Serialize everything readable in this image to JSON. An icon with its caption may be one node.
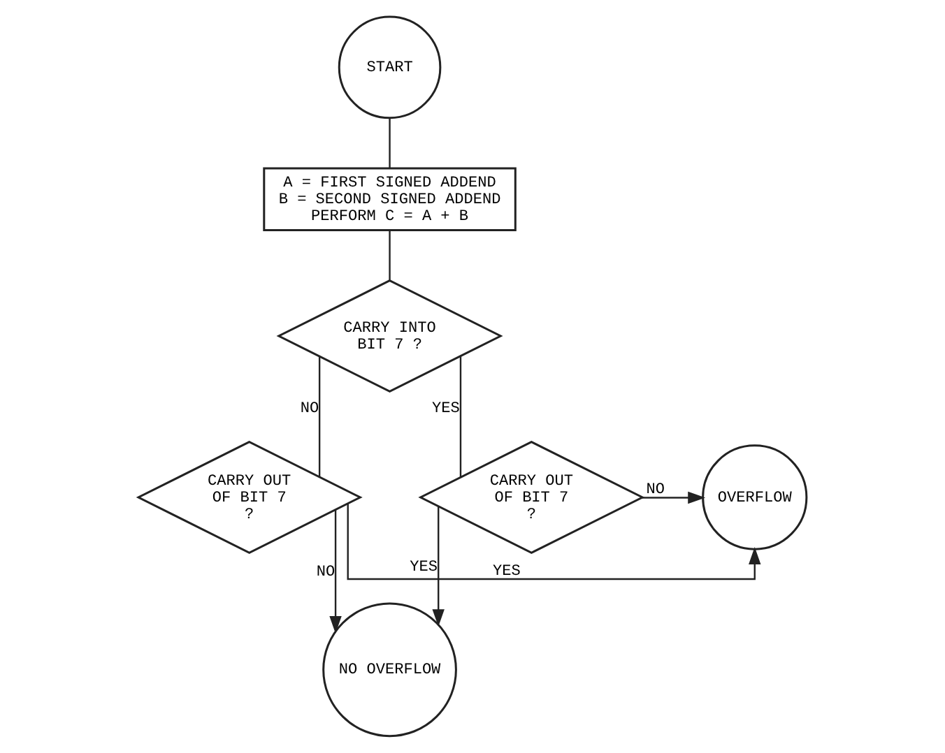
{
  "diagram": {
    "nodes": [
      {
        "text": [
          "START"
        ]
      },
      {
        "text": [
          "A = FIRST SIGNED ADDEND",
          "B = SECOND SIGNED ADDEND",
          "PERFORM C = A + B"
        ]
      },
      {
        "text": [
          "CARRY INTO BIT 7 ?"
        ]
      },
      {
        "text": [
          "CARRY OUT OF BIT 7 ?"
        ]
      },
      {
        "text": [
          "OVERFLOW"
        ]
      },
      {
        "text": [
          "CARRY OUT OF BIT 7 ?"
        ]
      },
      {
        "text": [
          "NO OVERFLOW"
        ]
      }
    ],
    "edges": [
      {
        "from": 0,
        "to": 1,
        "arrow": "none"
      },
      {
        "from": 1,
        "to": 2,
        "arrow": "none"
      },
      {
        "from": 2,
        "to": 3,
        "arrow": "none",
        "label": "NO"
      },
      {
        "from": 2,
        "to": 5,
        "arrow": "none",
        "label": "YES"
      },
      {
        "from": 3,
        "to": 4,
        "arrow": "to",
        "label": "YES"
      },
      {
        "from": 5,
        "to": 4,
        "arrow": "to",
        "label": "NO"
      },
      {
        "from": 3,
        "to": 6,
        "arrow": "to",
        "label": "NO"
      },
      {
        "from": 5,
        "to": 6,
        "arrow": "to",
        "label": "YES"
      }
    ]
  }
}
